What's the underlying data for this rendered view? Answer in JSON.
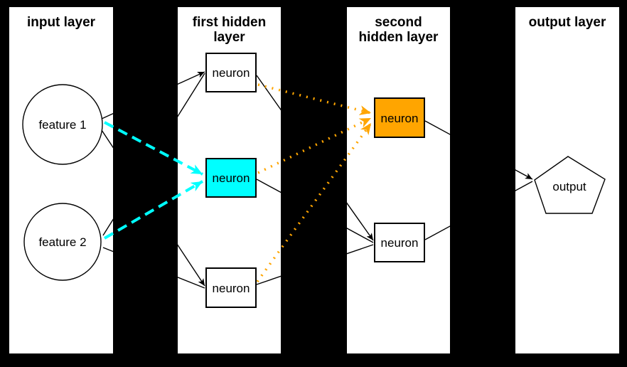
{
  "diagram": {
    "background_color": "#000000",
    "panel_color": "#ffffff",
    "colors": {
      "highlight_cyan": "#00ffff",
      "highlight_orange": "#ffa500",
      "line_black": "#000000"
    },
    "layers": [
      {
        "id": "input",
        "title_lines": [
          "input layer"
        ]
      },
      {
        "id": "first_hidden",
        "title_lines": [
          "first hidden",
          "layer"
        ]
      },
      {
        "id": "second_hidden",
        "title_lines": [
          "second",
          "hidden layer"
        ]
      },
      {
        "id": "output",
        "title_lines": [
          "output layer"
        ]
      }
    ],
    "nodes": {
      "feature1": {
        "label": "feature 1",
        "shape": "circle",
        "fill": "#ffffff"
      },
      "feature2": {
        "label": "feature 2",
        "shape": "circle",
        "fill": "#ffffff"
      },
      "h1_top": {
        "label": "neuron",
        "shape": "rect",
        "fill": "#ffffff"
      },
      "h1_mid": {
        "label": "neuron",
        "shape": "rect",
        "fill": "#00ffff"
      },
      "h1_bottom": {
        "label": "neuron",
        "shape": "rect",
        "fill": "#ffffff"
      },
      "h2_top": {
        "label": "neuron",
        "shape": "rect",
        "fill": "#ffa500"
      },
      "h2_bottom": {
        "label": "neuron",
        "shape": "rect",
        "fill": "#ffffff"
      },
      "output": {
        "label": "output",
        "shape": "pentagon",
        "fill": "#ffffff"
      }
    },
    "edges": [
      {
        "from": "feature1",
        "to": "h1_top",
        "style": "solid-black-arrow"
      },
      {
        "from": "feature2",
        "to": "h1_top",
        "style": "solid-black-arrow"
      },
      {
        "from": "feature1",
        "to": "h1_bottom",
        "style": "solid-black-arrow"
      },
      {
        "from": "feature2",
        "to": "h1_bottom",
        "style": "solid-black-arrow"
      },
      {
        "from": "feature1",
        "to": "h1_mid",
        "style": "dashed-cyan-arrow"
      },
      {
        "from": "feature2",
        "to": "h1_mid",
        "style": "dashed-cyan-arrow"
      },
      {
        "from": "h1_top",
        "to": "h2_top",
        "style": "dotted-orange-arrow"
      },
      {
        "from": "h1_mid",
        "to": "h2_top",
        "style": "dotted-orange-arrow"
      },
      {
        "from": "h1_bottom",
        "to": "h2_top",
        "style": "dotted-orange-arrow"
      },
      {
        "from": "h1_top",
        "to": "h2_bottom",
        "style": "solid-black-arrow"
      },
      {
        "from": "h1_mid",
        "to": "h2_bottom",
        "style": "solid-black-arrow"
      },
      {
        "from": "h1_bottom",
        "to": "h2_bottom",
        "style": "solid-black-arrow"
      },
      {
        "from": "h2_top",
        "to": "output",
        "style": "solid-black-arrow"
      },
      {
        "from": "h2_bottom",
        "to": "output",
        "style": "solid-black-arrow"
      }
    ]
  }
}
